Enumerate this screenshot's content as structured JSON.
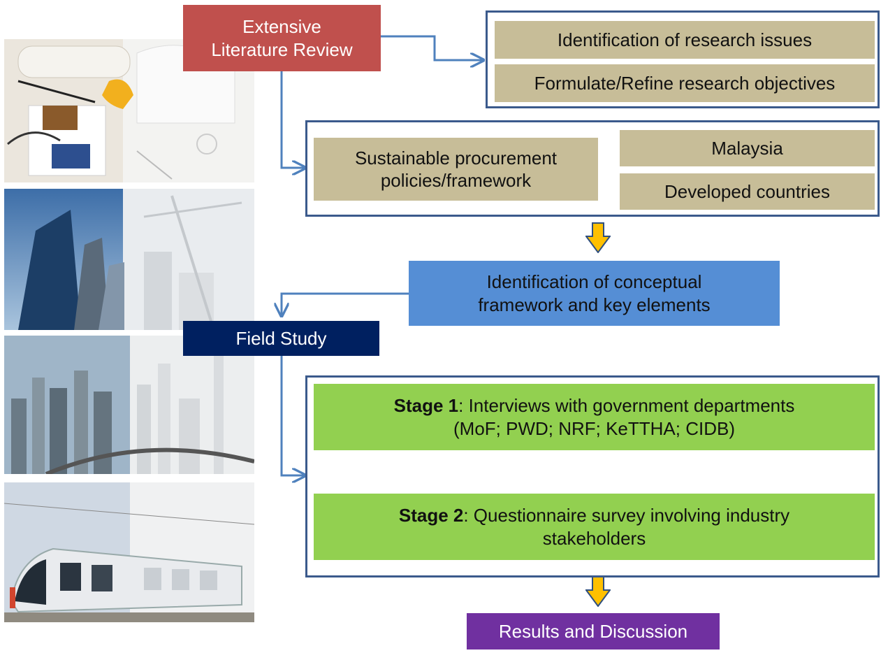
{
  "nodes": {
    "literature_review": {
      "line1": "Extensive",
      "line2": "Literature Review",
      "color": "#c0504d"
    },
    "research_issues": {
      "label": "Identification of research issues"
    },
    "research_objectives": {
      "label": "Formulate/Refine research objectives"
    },
    "procurement": {
      "line1": "Sustainable procurement",
      "line2": "policies/framework"
    },
    "malaysia": {
      "label": "Malaysia"
    },
    "developed": {
      "label": "Developed countries"
    },
    "conceptual": {
      "line1": "Identification of conceptual",
      "line2": "framework and key elements",
      "color": "#558ed5"
    },
    "field_study": {
      "label": "Field Study",
      "color": "#002060"
    },
    "stage1": {
      "bold": "Stage 1",
      "rest": ": Interviews with government departments",
      "line2": "(MoF; PWD; NRF; KeTTHA; CIDB)",
      "color": "#92d050"
    },
    "stage2": {
      "bold": "Stage 2",
      "rest": ": Questionnaire survey involving industry",
      "line2": "stakeholders",
      "color": "#92d050"
    },
    "results": {
      "label": "Results and Discussion",
      "color": "#7030a0"
    }
  },
  "colors": {
    "connector": "#4f81bd",
    "down_arrow": "#ffc000",
    "outline": "#3b5a8c",
    "tan_box": "#c7bd98"
  },
  "images": [
    "construction-documents-photo",
    "skyscrapers-photo",
    "city-skyline-photo",
    "train-photo"
  ]
}
